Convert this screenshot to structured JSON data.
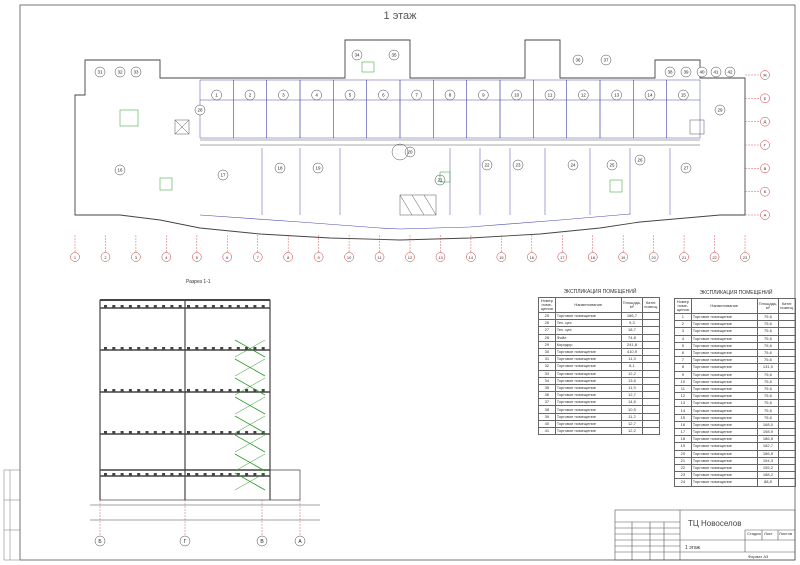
{
  "sheet_title": "1 этаж",
  "section_label": "Разрез 1-1",
  "plan_axes_bottom": [
    "1",
    "2",
    "3",
    "4",
    "5",
    "6",
    "7",
    "8",
    "9",
    "10",
    "11",
    "12",
    "13",
    "14",
    "15",
    "16",
    "17",
    "18",
    "19",
    "20",
    "21",
    "22",
    "23"
  ],
  "plan_axes_right": [
    "А",
    "Б",
    "В",
    "Г",
    "Д",
    "Е",
    "Ж"
  ],
  "section_axes": [
    "Б",
    "Г",
    "В",
    "А"
  ],
  "rooms_top_row": [
    "1",
    "2",
    "3",
    "4",
    "5",
    "6",
    "7",
    "8",
    "9",
    "10",
    "11",
    "12",
    "13",
    "14",
    "15"
  ],
  "rooms_middle": [
    "16",
    "17",
    "18",
    "19",
    "20",
    "21",
    "22",
    "23",
    "24",
    "25",
    "26",
    "27",
    "28",
    "29"
  ],
  "rooms_top_small": [
    "31",
    "32",
    "33",
    "34",
    "35",
    "36",
    "37",
    "38",
    "39",
    "40",
    "41",
    "42"
  ],
  "table_left": {
    "caption": "ЭКСПЛИКАЦИЯ ПОМЕЩЕНИЙ",
    "headers": [
      "Номер поме-щения",
      "Наименование",
      "Площадь, м²",
      "Катег. помещ."
    ],
    "rows": [
      [
        "25",
        "Торговое помещение",
        "186,7",
        ""
      ],
      [
        "26",
        "Тех. цех",
        "9,3",
        ""
      ],
      [
        "27",
        "Тех. цех",
        "18,7",
        ""
      ],
      [
        "28",
        "Фойе",
        "74,8",
        ""
      ],
      [
        "29",
        "Коридор",
        "241,8",
        ""
      ],
      [
        "30",
        "Торговое помещение",
        "410,9",
        ""
      ],
      [
        "31",
        "Торговое помещение",
        "11,3",
        ""
      ],
      [
        "32",
        "Торговое помещение",
        "8,1",
        ""
      ],
      [
        "33",
        "Торговое помещение",
        "12,2",
        ""
      ],
      [
        "34",
        "Торговое помещение",
        "13,6",
        ""
      ],
      [
        "35",
        "Торговое помещение",
        "11,9",
        ""
      ],
      [
        "36",
        "Торговое помещение",
        "12,7",
        ""
      ],
      [
        "37",
        "Торговое помещение",
        "14,6",
        ""
      ],
      [
        "38",
        "Торговое помещение",
        "10,5",
        ""
      ],
      [
        "39",
        "Торговое помещение",
        "11,2",
        ""
      ],
      [
        "40",
        "Торговое помещение",
        "12,7",
        ""
      ],
      [
        "41",
        "Торговое помещение",
        "12,2",
        ""
      ]
    ]
  },
  "table_right": {
    "caption": "ЭКСПЛИКАЦИЯ ПОМЕЩЕНИЙ",
    "headers": [
      "Номер поме-щения",
      "Наименование",
      "Площадь, м²",
      "Катег. помещ."
    ],
    "rows": [
      [
        "1",
        "Торговое помещение",
        "75,6",
        ""
      ],
      [
        "2",
        "Торговое помещение",
        "75,6",
        ""
      ],
      [
        "3",
        "Торговое помещение",
        "75,6",
        ""
      ],
      [
        "4",
        "Торговое помещение",
        "75,6",
        ""
      ],
      [
        "5",
        "Торговое помещение",
        "75,6",
        ""
      ],
      [
        "6",
        "Торговое помещение",
        "75,6",
        ""
      ],
      [
        "7",
        "Торговое помещение",
        "75,6",
        ""
      ],
      [
        "8",
        "Торговое помещение",
        "131,0",
        ""
      ],
      [
        "9",
        "Торговое помещение",
        "75,6",
        ""
      ],
      [
        "10",
        "Торговое помещение",
        "75,6",
        ""
      ],
      [
        "11",
        "Торговое помещение",
        "75,6",
        ""
      ],
      [
        "12",
        "Торговое помещение",
        "75,6",
        ""
      ],
      [
        "13",
        "Торговое помещение",
        "75,6",
        ""
      ],
      [
        "14",
        "Торговое помещение",
        "75,6",
        ""
      ],
      [
        "15",
        "Торговое помещение",
        "75,6",
        ""
      ],
      [
        "16",
        "Торговое помещение",
        "168,0",
        ""
      ],
      [
        "17",
        "Торговое помещение",
        "198,9",
        ""
      ],
      [
        "18",
        "Торговое помещение",
        "186,5",
        ""
      ],
      [
        "19",
        "Торговое помещение",
        "182,7",
        ""
      ],
      [
        "20",
        "Торговое помещение",
        "186,5",
        ""
      ],
      [
        "21",
        "Торговое помещение",
        "154,3",
        ""
      ],
      [
        "22",
        "Торговое помещение",
        "155,2",
        ""
      ],
      [
        "23",
        "Торговое помещение",
        "188,2",
        ""
      ],
      [
        "24",
        "Торговое помещение",
        "88,8",
        ""
      ]
    ]
  },
  "stamp": {
    "project": "ТЦ Новоселов",
    "sheet_name": "1 этаж",
    "stage_label": "Стадия",
    "sheet_label": "Лист",
    "sheets_label": "Листов",
    "format": "Формат А3"
  }
}
